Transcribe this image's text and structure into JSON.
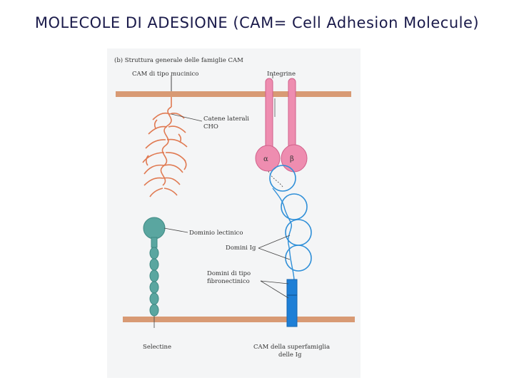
{
  "slide": {
    "title": "MOLECOLE DI ADESIONE (CAM= Cell Adhesion Molecule)"
  },
  "figure": {
    "caption": "(b) Struttura generale delle famiglie CAM",
    "labels": {
      "mucin_cam": "CAM di tipo mucinico",
      "integrins": "Integrine",
      "cho_chains_1": "Catene laterali",
      "cho_chains_2": "CHO",
      "alpha": "α",
      "beta": "β",
      "lectin_domain": "Dominio lectinico",
      "ig_domains": "Domini Ig",
      "fibronectin_1": "Domini di tipo",
      "fibronectin_2": "fibronectinico",
      "selectins": "Selectine",
      "ig_superfamily_1": "CAM della superfamiglia",
      "ig_superfamily_2": "delle Ig"
    },
    "colors": {
      "membrane": "#d89a74",
      "mucin": "#e07a52",
      "integrin": "#ee8db0",
      "integrin_stroke": "#d0608a",
      "selectin": "#5aa6a0",
      "ig_domain": "#2f8fd8",
      "fibronectin": "#1e7fd6",
      "leader": "#444444"
    }
  }
}
